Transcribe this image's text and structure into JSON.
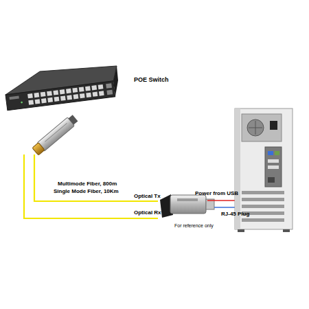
{
  "diagram": {
    "nodes": [
      {
        "text": [
          "POE Switch"
        ]
      },
      {
        "text": [
          "For reference only"
        ]
      }
    ],
    "edges": [
      {
        "from": 0,
        "to": 1,
        "label": "Optical Tx",
        "arrow": "none"
      },
      {
        "from": 0,
        "to": 1,
        "label": "Optical Rx",
        "arrow": "none"
      }
    ],
    "labels": [
      "Multimode Fiber, 800m",
      "Single Mode Fiber, 10Km",
      "Power from USB",
      "RJ-45 Plug"
    ]
  }
}
